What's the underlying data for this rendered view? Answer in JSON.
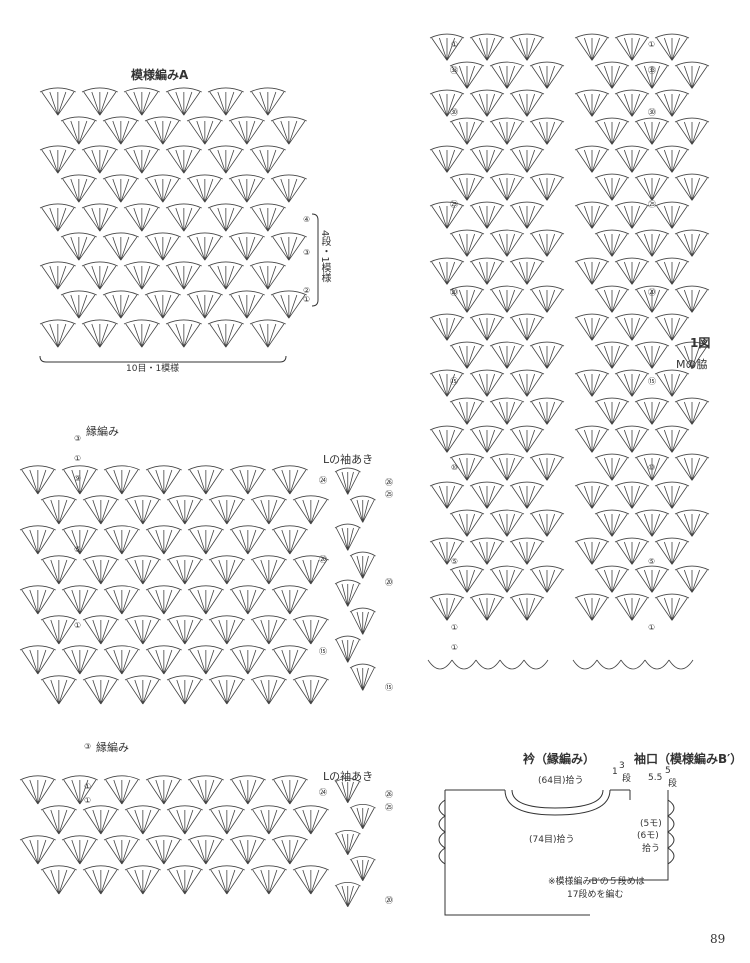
{
  "titles": {
    "pattern_a": "模様編みA",
    "fig1": "1図",
    "fig1_sub": "Mの脇",
    "trim_1": "縁編み",
    "trim_2": "縁編み",
    "cuff_1": "Lの袖あき",
    "cuff_2": "Lの袖あき",
    "collar": "衿（縁編み）",
    "sleeve_edge": "袖口（模様編みB′）"
  },
  "annotations": {
    "repeat_rows": "4段・1模様",
    "repeat_sts": "10目・1模様",
    "collar_top": "(64目)拾う",
    "collar_bottom": "(74目)拾う",
    "collar_rows_a": "1",
    "collar_rows_b": "3",
    "collar_rows_unit": "段",
    "sleeve_rows_a": "5.5",
    "sleeve_rows_b": "5",
    "sleeve_rows_unit": "段",
    "sleeve_sts_a": "(5モ)",
    "sleeve_sts_b": "(6モ)",
    "sleeve_pick": "拾う",
    "note_line1": "※模様編みB′の５段めは",
    "note_line2": "17段めを編む"
  },
  "row_markers": {
    "pattern_a": [
      "④",
      "③",
      "②",
      "①"
    ],
    "fig1_left": [
      "①",
      "㉝",
      "㉚",
      "㉕",
      "⑳",
      "⑮",
      "⑩",
      "⑤",
      "①",
      "①"
    ],
    "fig1_right": [
      "①",
      "㉝",
      "㉚",
      "㉕",
      "⑳",
      "⑮",
      "⑩",
      "⑤",
      "①"
    ],
    "left_upper": [
      "③",
      "①",
      "⑨",
      "⑤",
      "①"
    ],
    "right_upper": [
      "㉔",
      "⑳",
      "⑮"
    ],
    "cuff_upper": [
      "㉖",
      "㉕",
      "⑳",
      "⑮"
    ],
    "left_lower": [
      "③",
      "①",
      "①"
    ],
    "right_lower": [
      "㉔"
    ],
    "cuff_lower": [
      "㉖",
      "㉕",
      "⑳"
    ]
  },
  "page_number": "89",
  "colors": {
    "ink": "#333333",
    "paper": "#ffffff"
  }
}
